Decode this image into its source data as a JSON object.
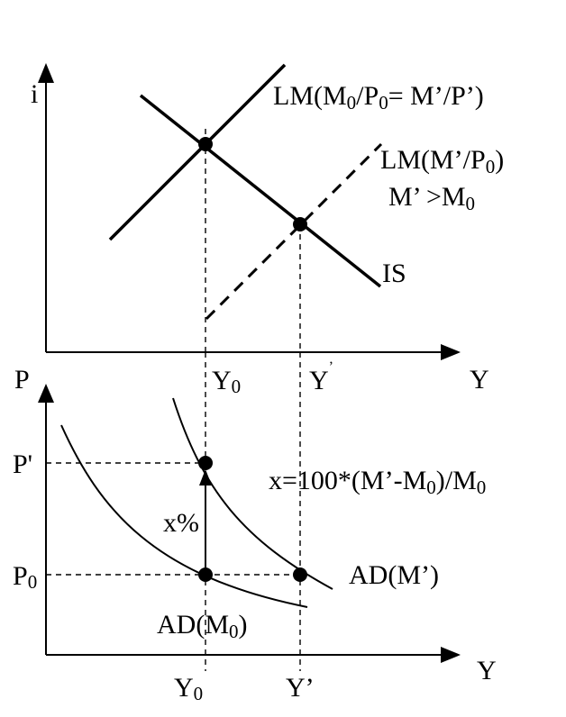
{
  "colors": {
    "ink": "#000000",
    "background": "#ffffff"
  },
  "top_panel": {
    "axis_y_label": "i",
    "axis_x_label": "Y",
    "lm0_label": {
      "main": "LM(M",
      "sub1": "0",
      "mid": "/P",
      "sub2": "0",
      "tail": "= M’/P’)"
    },
    "lm1_label_line1": {
      "main": "LM(M’/P",
      "sub": "0",
      "tail": ")"
    },
    "lm1_label_line2": {
      "main": "M’ >M",
      "sub": "0"
    },
    "is_label": "IS",
    "y0_label": {
      "main": "Y",
      "sub": "0"
    },
    "y1_label": {
      "main": "Y",
      "sup": "’"
    }
  },
  "bottom_panel": {
    "axis_y_label": "P",
    "axis_x_label": "Y",
    "p1_label": "P'",
    "p0_label": {
      "main": "P",
      "sub": "0"
    },
    "x_formula": {
      "main": "x=100*(M’-M",
      "sub1": "0",
      "mid": ")/M",
      "sub2": "0"
    },
    "x_percent": "x%",
    "ad1_label": "AD(M’)",
    "ad0_label": {
      "main": "AD(M",
      "sub": "0",
      "tail": ")"
    },
    "y0_label": {
      "main": "Y",
      "sub": "0"
    },
    "y1_label": "Y’"
  }
}
